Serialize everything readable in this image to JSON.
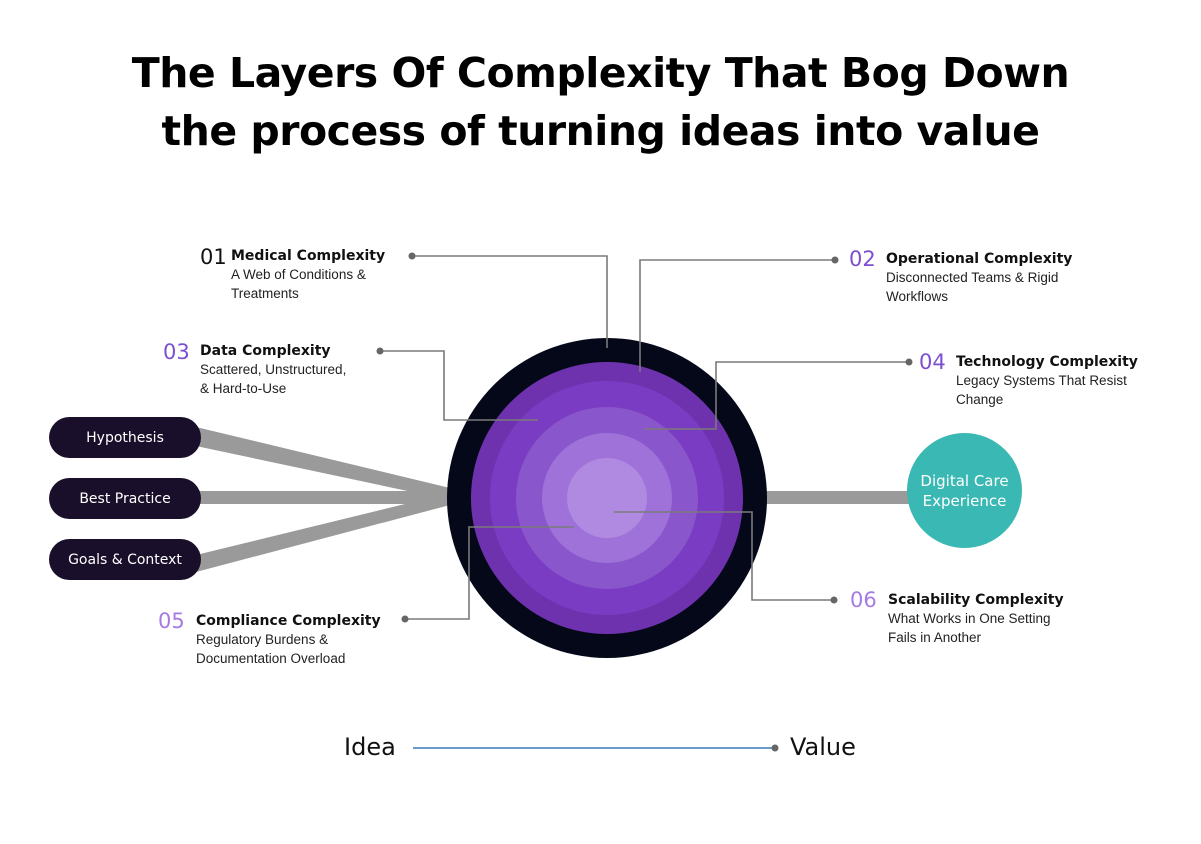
{
  "title": {
    "line1": "The Layers Of Complexity That Bog Down",
    "line2": "the process of turning ideas into value"
  },
  "inputs": [
    {
      "label": "Hypothesis"
    },
    {
      "label": "Best Practice"
    },
    {
      "label": "Goals & Context"
    }
  ],
  "output": {
    "line1": "Digital Care",
    "line2": "Experience"
  },
  "complexities": [
    {
      "num": "01",
      "title": "Medical Complexity",
      "desc_line1": "A Web of Conditions &",
      "desc_line2": "Treatments"
    },
    {
      "num": "02",
      "title": "Operational Complexity",
      "desc_line1": "Disconnected Teams & Rigid",
      "desc_line2": "Workflows"
    },
    {
      "num": "03",
      "title": "Data Complexity",
      "desc_line1": "Scattered, Unstructured,",
      "desc_line2": "& Hard-to-Use"
    },
    {
      "num": "04",
      "title": "Technology Complexity",
      "desc_line1": "Legacy Systems That Resist",
      "desc_line2": "Change"
    },
    {
      "num": "05",
      "title": "Compliance Complexity",
      "desc_line1": "Regulatory Burdens &",
      "desc_line2": "Documentation Overload"
    },
    {
      "num": "06",
      "title": "Scalability Complexity",
      "desc_line1": "What Works in One Setting",
      "desc_line2": "Fails in Another"
    }
  ],
  "axis": {
    "start": "Idea",
    "end": "Value"
  },
  "colors": {
    "outer_ring": "#050819",
    "layer1": "#6F32AE",
    "layer2": "#7A3CC2",
    "layer3": "#8A56CC",
    "layer4": "#9E72D9",
    "core": "#B08AE0",
    "connector": "#7a7a7a",
    "funnel": "#9a9a9a",
    "pill": "#1A0F2B",
    "output": "#3AB8B3",
    "num_dark": "#111111",
    "num_purple": "#7C4FD0",
    "num_light": "#A57BE3",
    "axis_line": "#3C78B4"
  }
}
